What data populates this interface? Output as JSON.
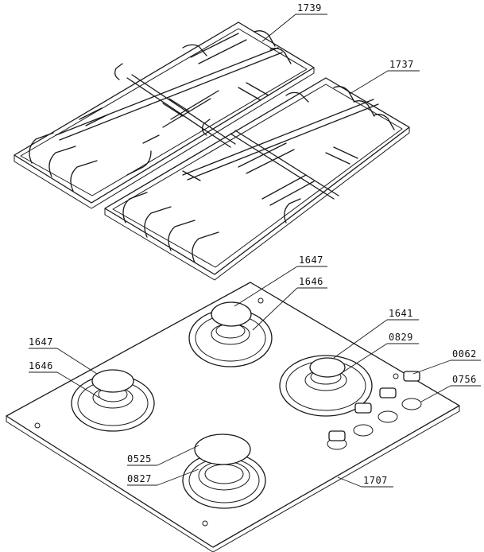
{
  "labels": {
    "l1739": "1739",
    "l1737": "1737",
    "l1647a": "1647",
    "l1646a": "1646",
    "l1641": "1641",
    "l0829": "0829",
    "l0062": "0062",
    "l0756": "0756",
    "l1647b": "1647",
    "l1646b": "1646",
    "l0525": "0525",
    "l0827": "0827",
    "l1707": "1707"
  }
}
